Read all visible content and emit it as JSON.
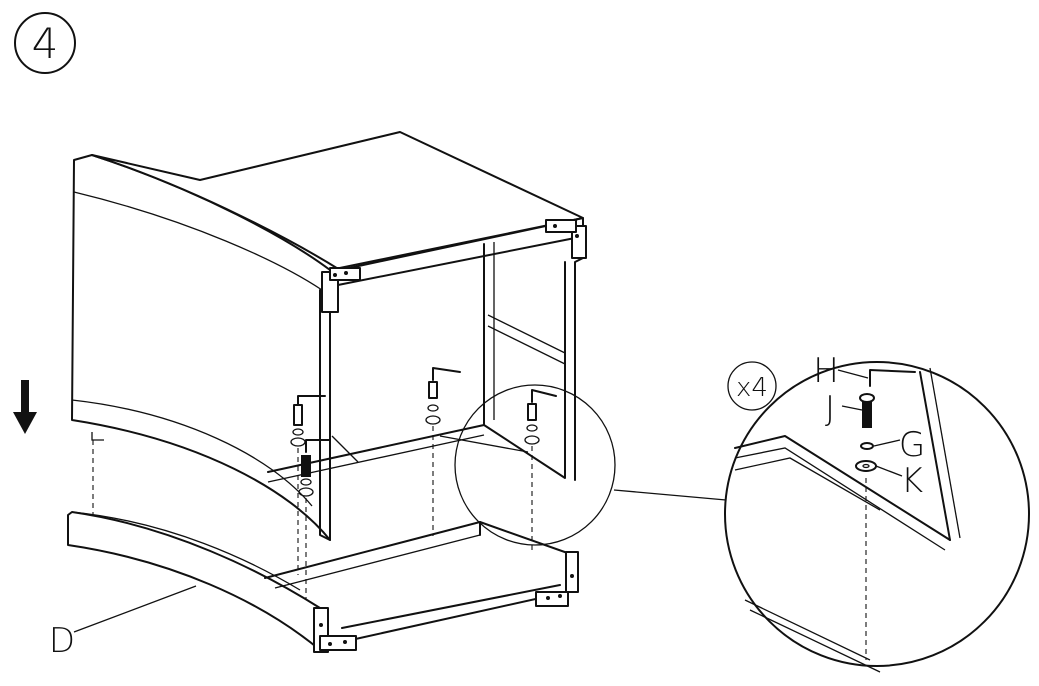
{
  "step": {
    "number": "4"
  },
  "direction": {
    "icon": "down-arrow-icon"
  },
  "callout": {
    "quantity": "x4",
    "parts": {
      "allen_key": "H",
      "bolt": "J",
      "spring_washer": "G",
      "flat_washer": "K"
    }
  },
  "parts": {
    "base_panel": "D"
  }
}
